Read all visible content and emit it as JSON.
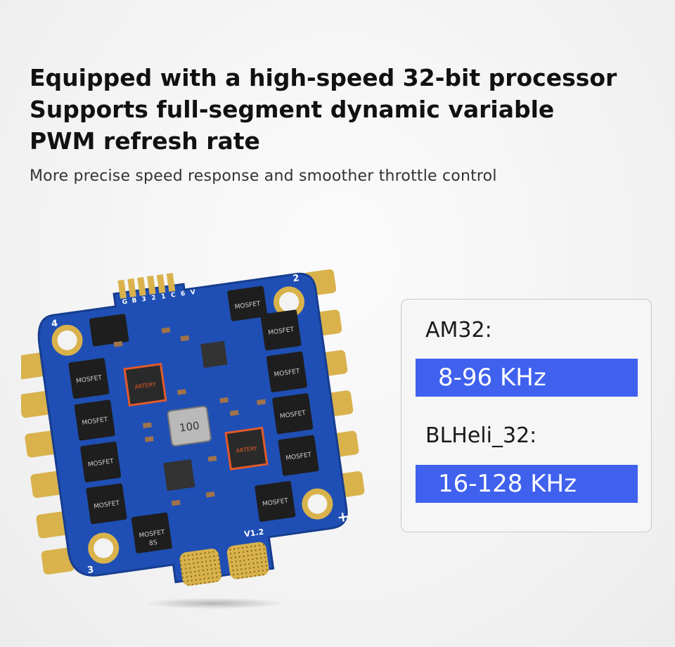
{
  "headline": {
    "line1": "Equipped with a high-speed 32-bit processor",
    "line2": "Supports full-segment dynamic variable",
    "line3": "PWM refresh rate"
  },
  "subline": "More precise speed response and smoother throttle control",
  "board": {
    "mosfet_label": "MOSFET",
    "mosfet_sub": "8S",
    "inductor_label": "100",
    "version_label": "V1.2",
    "pad_labels": [
      "G",
      "B",
      "3",
      "2",
      "1",
      "C",
      "6",
      "V"
    ],
    "corner_labels": [
      "4",
      "2",
      "3",
      "+"
    ],
    "mcu_label": "ARTERY",
    "colors": {
      "pcb": "#1f4fb4",
      "pad": "#d9b24c",
      "chip": "#1e1e1e"
    }
  },
  "info": {
    "am32": {
      "label": "AM32:",
      "range": "8-96 KHz"
    },
    "blheli": {
      "label": "BLHeli_32:",
      "range": "16-128 KHz"
    },
    "accent": "#3f61ee"
  }
}
